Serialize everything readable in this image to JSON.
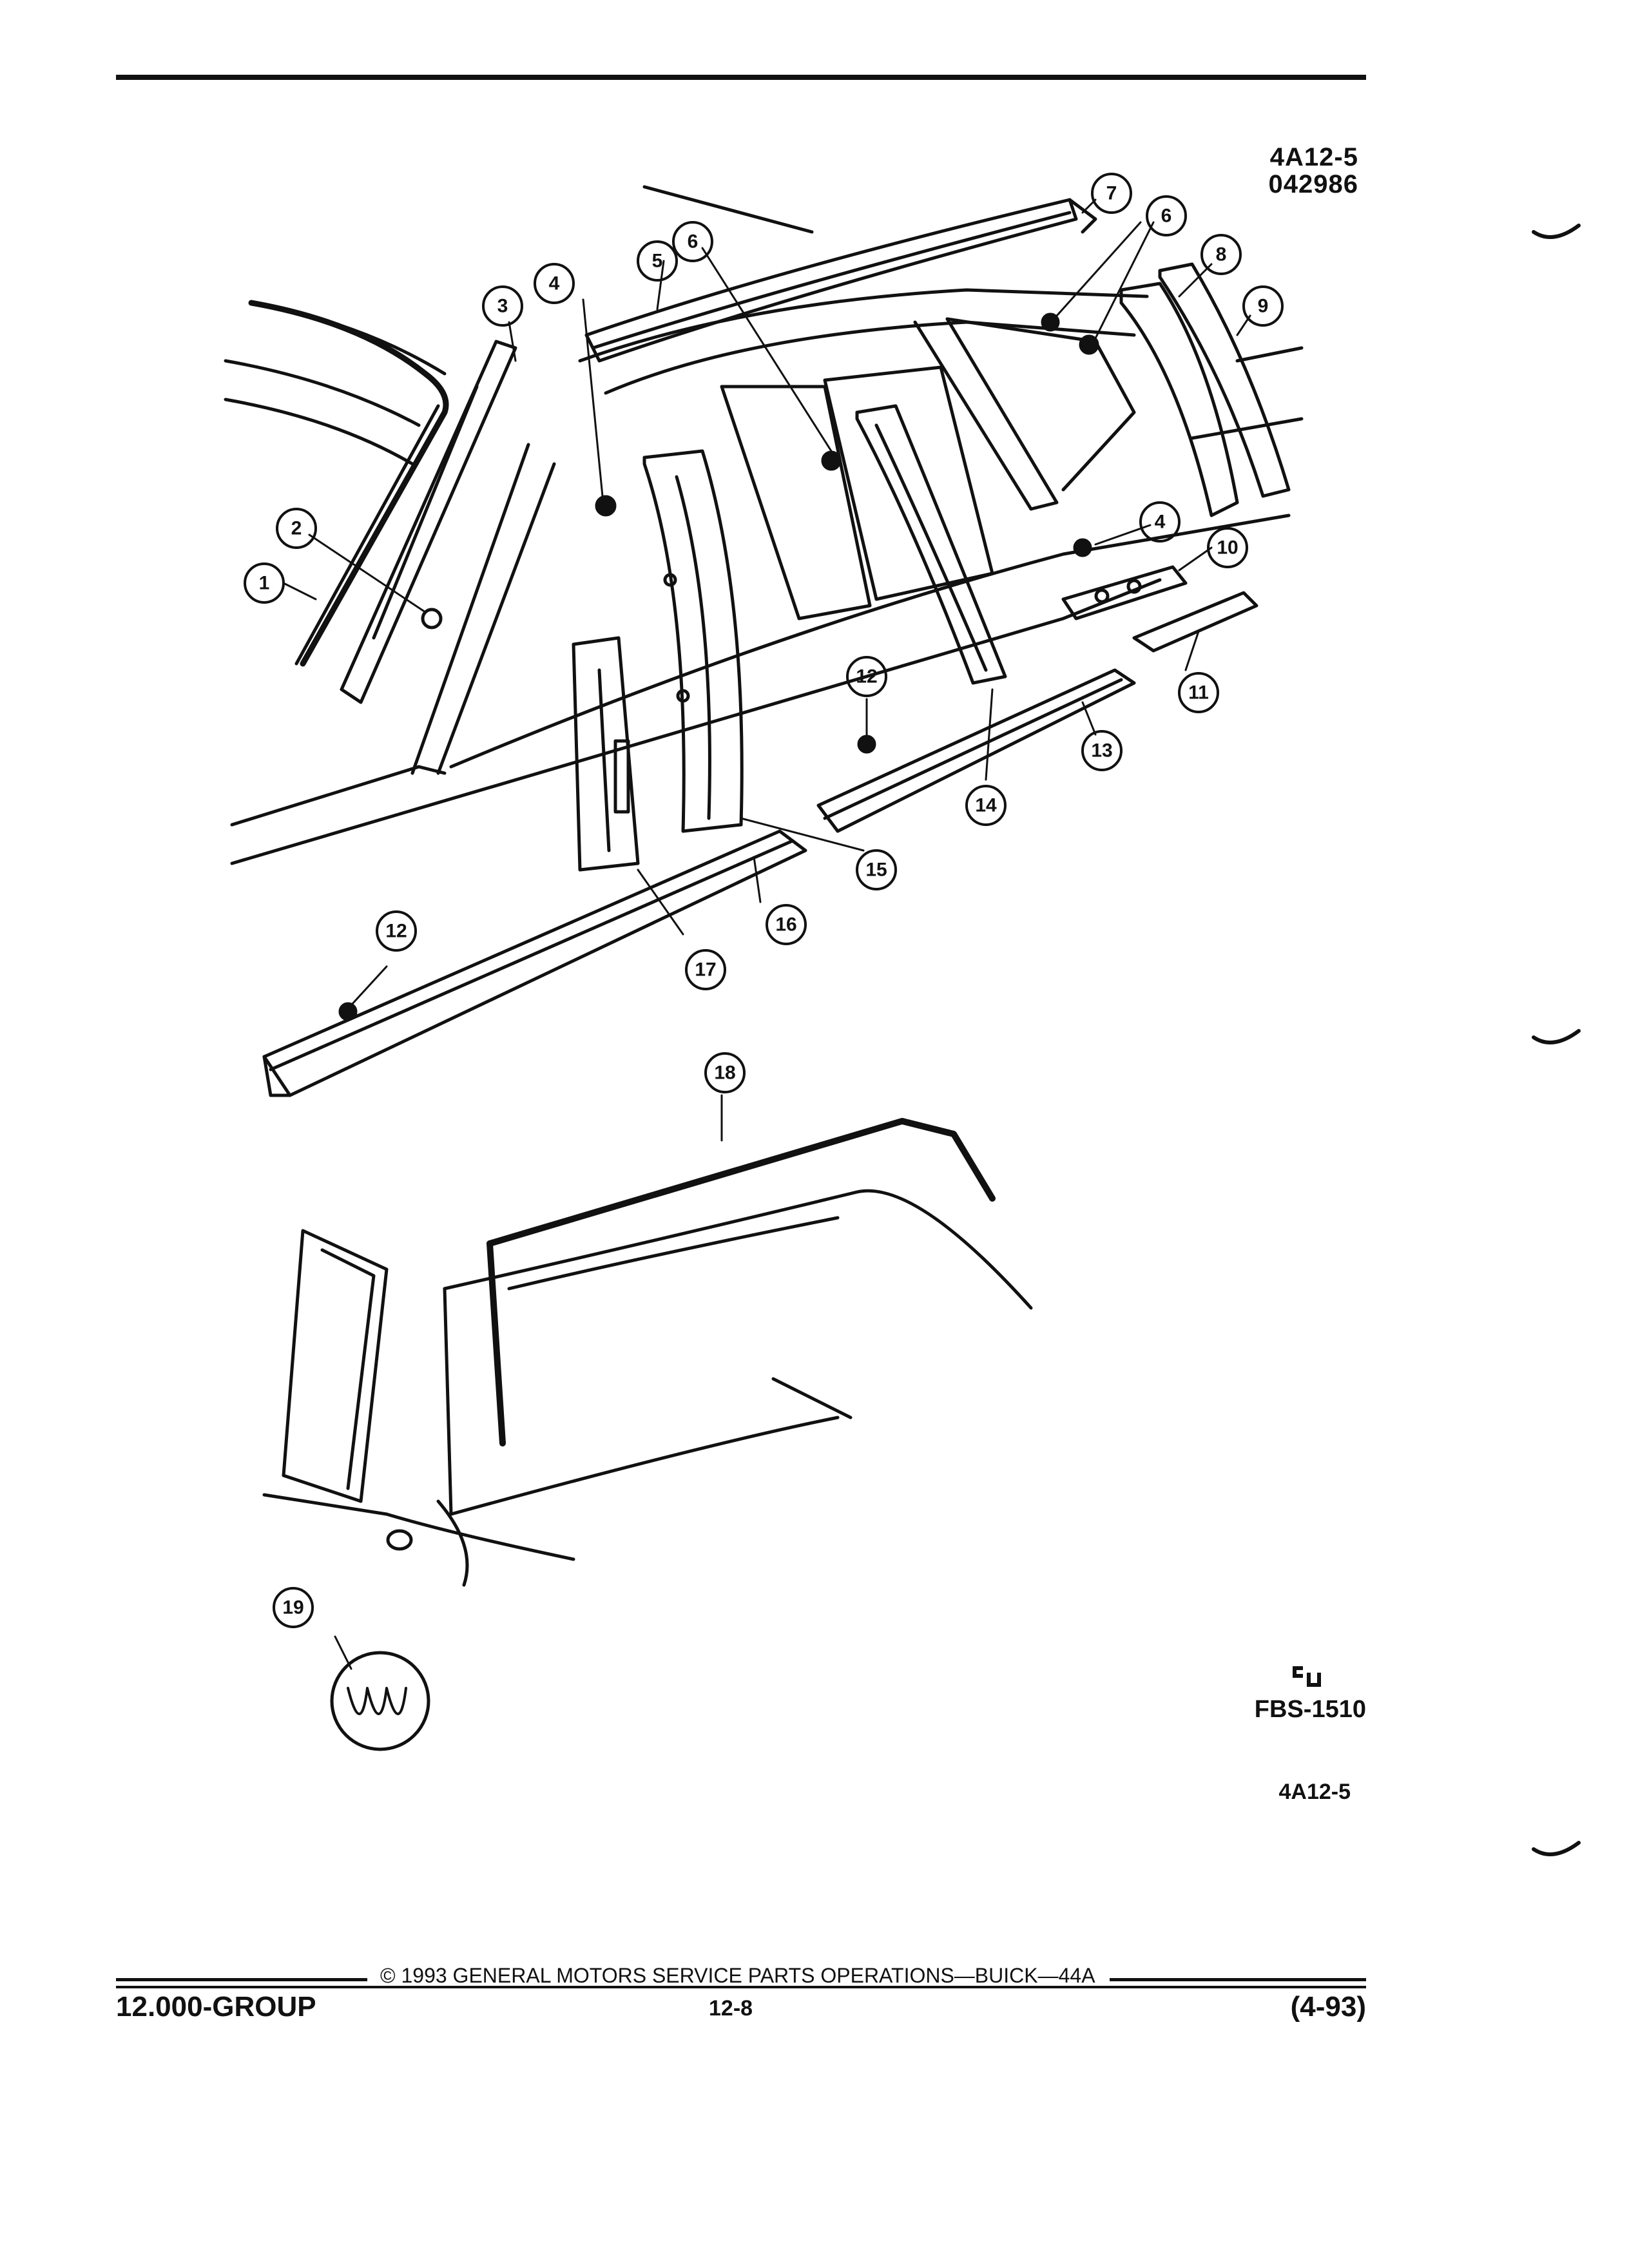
{
  "header": {
    "ref_code": "4A12-5",
    "ref_number": "042986"
  },
  "callouts": [
    "1",
    "2",
    "3",
    "4",
    "5",
    "6",
    "7",
    "6",
    "8",
    "9",
    "4",
    "10",
    "11",
    "12",
    "13",
    "14",
    "15",
    "16",
    "17",
    "12",
    "18",
    "19"
  ],
  "side_labels": {
    "logo_code": "FBS-1510",
    "figure_code": "4A12-5"
  },
  "footer": {
    "copyright": "© 1993 GENERAL MOTORS SERVICE PARTS OPERATIONS—BUICK—44A",
    "group": "12.000-GROUP",
    "page": "12-8",
    "date": "(4-93)"
  }
}
